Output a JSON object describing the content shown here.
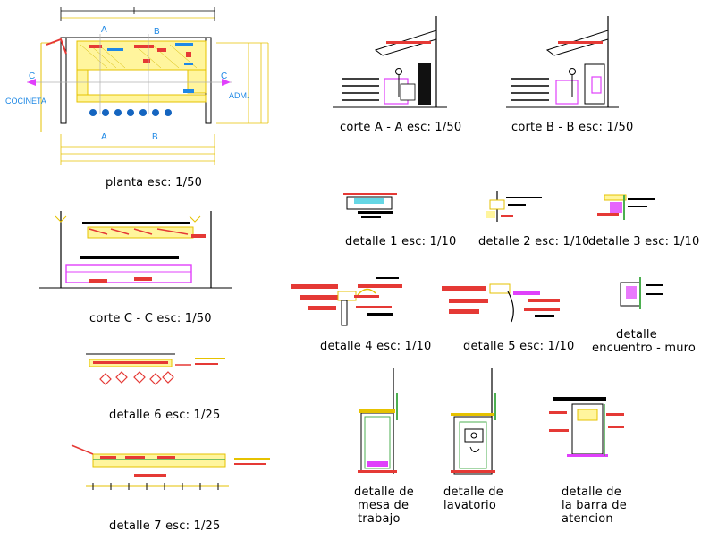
{
  "captions": {
    "planta": "planta esc: 1/50",
    "corte_aa": "corte A - A  esc: 1/50",
    "corte_bb": "corte B - B  esc: 1/50",
    "corte_cc": "corte C - C  esc: 1/50",
    "detalle_1": "detalle 1 esc: 1/10",
    "detalle_2": "detalle 2 esc: 1/10",
    "detalle_3": "detalle 3 esc: 1/10",
    "detalle_4": "detalle 4 esc: 1/10",
    "detalle_5": "detalle 5 esc: 1/10",
    "detalle_encuentro_1": "detalle",
    "detalle_encuentro_2": "encuentro -  muro",
    "detalle_6": "detalle 6 esc: 1/25",
    "detalle_7": "detalle 7 esc: 1/25",
    "mesa_1": "detalle de",
    "mesa_2": "mesa de",
    "mesa_3": "trabajo",
    "lavatorio_1": "detalle de",
    "lavatorio_2": "lavatorio",
    "barra_1": "detalle de",
    "barra_2": "la barra de",
    "barra_3": "atencion"
  },
  "plan_labels": {
    "cocineta": "COCINETA",
    "adm": "ADM.",
    "section_a": "A",
    "section_b": "B",
    "section_c": "C"
  },
  "colors": {
    "line": "#000000",
    "accent_red": "#e53935",
    "accent_yellow": "#ffeb3b",
    "accent_magenta": "#e040fb",
    "accent_green": "#4caf50",
    "accent_blue": "#1e88e5",
    "accent_cyan": "#00bcd4"
  }
}
